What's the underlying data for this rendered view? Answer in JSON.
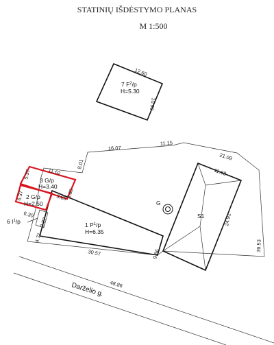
{
  "title": "STATINIŲ IŠDĖSTYMO PLANAS",
  "scale": "M 1:500",
  "road": "Darželio g.",
  "buildings": {
    "b7": {
      "name": "7 F",
      "sup": "2",
      "suffix": "/p",
      "height": "H=5.30"
    },
    "b3": {
      "name": "3 G",
      "sup": "",
      "suffix": "/p",
      "height": "H=3.40"
    },
    "b2": {
      "name": "2 G",
      "sup": "",
      "suffix": "/p",
      "height": "H=2.50"
    },
    "b1": {
      "name": "1 P",
      "sup": "1",
      "suffix": "/p",
      "height": "H=6.35"
    },
    "b6": {
      "name": "6 I",
      "sup": "1",
      "suffix": "/p"
    }
  },
  "marks": {
    "well": "G",
    "area": "S1"
  },
  "dimensions": {
    "d_12_60": "12.60",
    "d_10_90": "10.90",
    "d_16_07": "16.07",
    "d_11_15": "11.15",
    "d_21_09": "21.09",
    "d_11_98": "11.98",
    "d_8_01": "8.01",
    "d_11_62": "11.62",
    "d_5_37": "5.37",
    "d_6_37": "6.37",
    "d_6_30": "6.30",
    "d_3_65": "3.65",
    "d_2_77": "2.77",
    "d_4_71": "4.71",
    "d_3_80": "3.80",
    "d_24_91": "24.91",
    "d_39_53": "39.53",
    "d_9_86": "9.86",
    "d_30_57": "30.57",
    "d_48_86": "48.86"
  }
}
